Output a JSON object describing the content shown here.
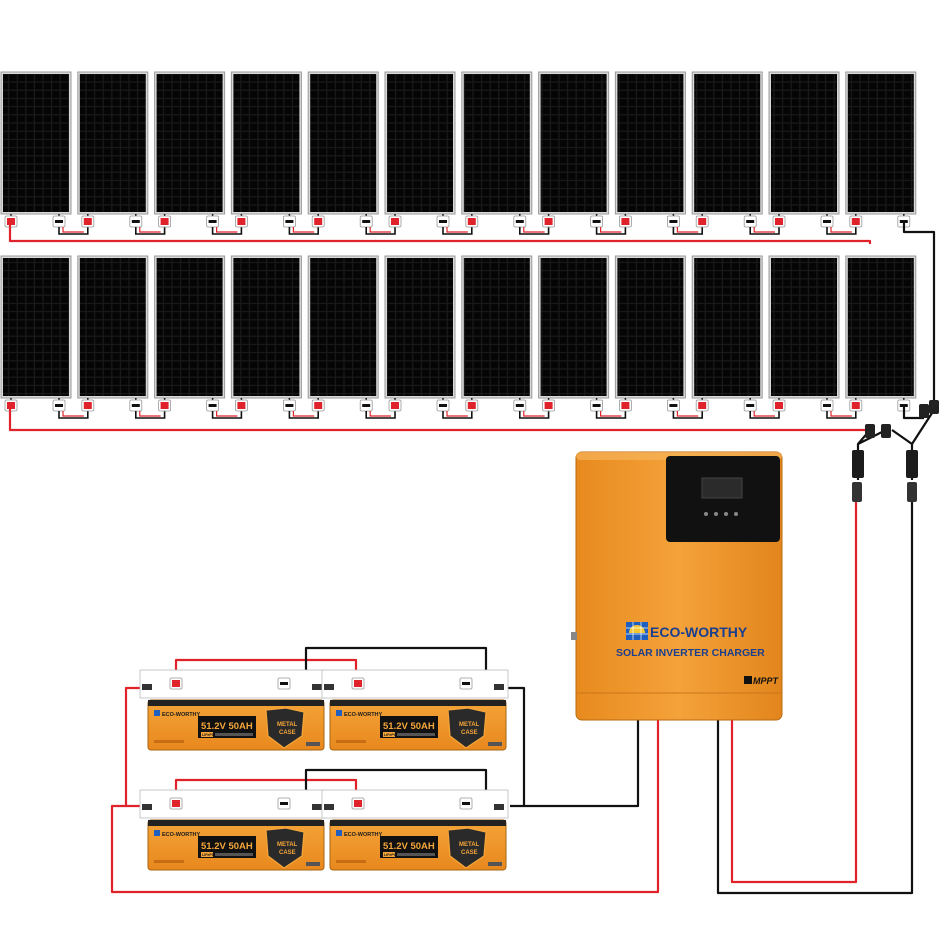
{
  "inverter": {
    "brand": "ECO-WORTHY",
    "product": "SOLAR INVERTER CHARGER",
    "badge": "MPPT",
    "color": "#f29a2e"
  },
  "battery": {
    "brand": "ECO-WORTHY",
    "rating": "51.2V 50AH",
    "chemistry": "LiFePO4",
    "shield_line1": "METAL",
    "shield_line2": "CASE",
    "color": "#f29a2e"
  },
  "panel_rows": 2,
  "panels_per_row": 12,
  "terminals": {
    "positive": "+",
    "negative": "−"
  },
  "wire_colors": {
    "positive": "#e0222a",
    "negative": "#111111"
  }
}
